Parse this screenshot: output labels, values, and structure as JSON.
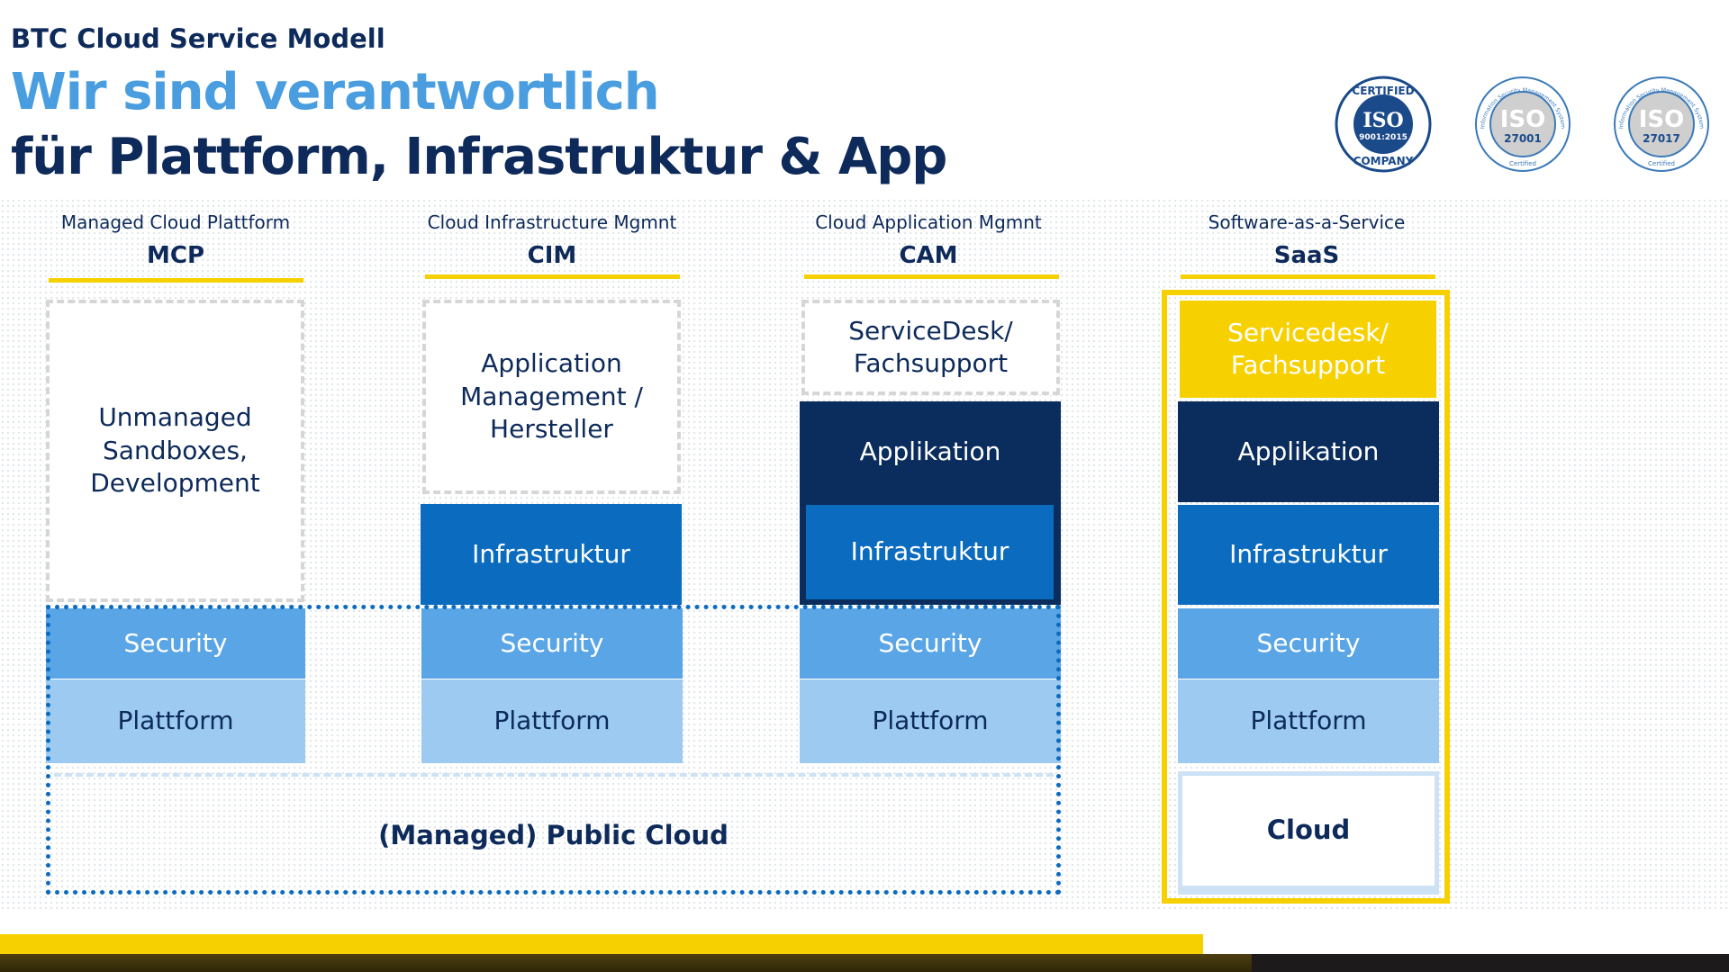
{
  "header": {
    "kicker": "BTC Cloud Service Modell",
    "title_line1": "Wir sind verantwortlich",
    "title_line2": "für Plattform, Infrastruktur & App"
  },
  "badges": [
    {
      "name": "ISO",
      "code": "9001:2015",
      "top": "CERTIFIED",
      "bottom": "COMPANY"
    },
    {
      "name": "ISO",
      "code": "27001",
      "top": "Information Security Management System",
      "bottom": "Certified"
    },
    {
      "name": "ISO",
      "code": "27017",
      "top": "Information Security Management System",
      "bottom": "Certified"
    }
  ],
  "columns": [
    {
      "subtitle": "Managed Cloud Plattform",
      "abbr": "MCP",
      "customer": "Unmanaged Sandboxes, Development",
      "security": "Security",
      "platform": "Plattform"
    },
    {
      "subtitle": "Cloud Infrastructure Mgmnt",
      "abbr": "CIM",
      "customer": "Application Management / Hersteller",
      "infra": "Infrastruktur",
      "security": "Security",
      "platform": "Plattform"
    },
    {
      "subtitle": "Cloud Application Mgmnt",
      "abbr": "CAM",
      "customer": "ServiceDesk/ Fachsupport",
      "app": "Applikation",
      "infra": "Infrastruktur",
      "security": "Security",
      "platform": "Plattform"
    },
    {
      "subtitle": "Software-as-a-Service",
      "abbr": "SaaS",
      "servicedesk": "Servicedesk/ Fachsupport",
      "app": "Applikation",
      "infra": "Infrastruktur",
      "security": "Security",
      "platform": "Plattform",
      "cloud": "Cloud"
    }
  ],
  "public_cloud": "(Managed) Public Cloud",
  "colors": {
    "navy": "#0a2d5e",
    "blue": "#0b6bbf",
    "security": "#5aa5e6",
    "platform": "#9ccaf0",
    "yellow": "#f7d000",
    "title_blue": "#4a9ee0"
  }
}
